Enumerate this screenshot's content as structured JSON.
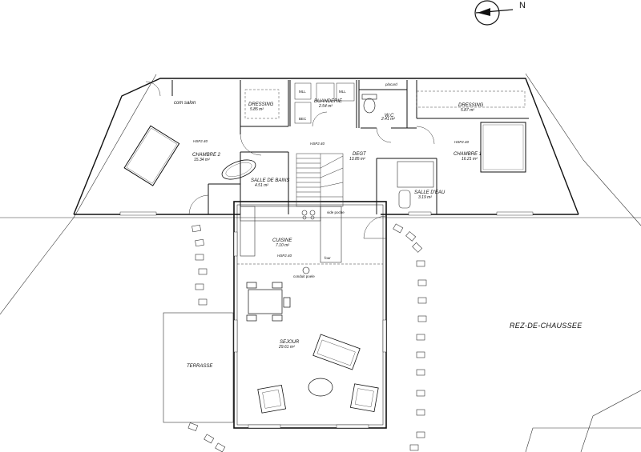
{
  "title": "REZ-DE-CHAUSSEE",
  "compass": {
    "label": "N"
  },
  "rooms": [
    {
      "name": "com salon",
      "area": ""
    },
    {
      "name": "DRESSING",
      "area": "5.85 m²"
    },
    {
      "name": "BUANDERIE",
      "area": "2.54 m²"
    },
    {
      "name": "placard",
      "area": ""
    },
    {
      "name": "DRESSING",
      "area": "5.87 m²"
    },
    {
      "name": "HSP2.40",
      "area": ""
    },
    {
      "name": "CHAMBRE 2",
      "area": "15.34 m²"
    },
    {
      "name": "HSP2.40",
      "area": ""
    },
    {
      "name": "DEGT",
      "area": "13.85 m²"
    },
    {
      "name": "W.C",
      "area": "2.41 m²"
    },
    {
      "name": "HSP2.40",
      "area": ""
    },
    {
      "name": "CHAMBRE 1",
      "area": "16.21 m²"
    },
    {
      "name": "SALLE DE BAINS",
      "area": "4.51 m²"
    },
    {
      "name": "SALLE D'EAU",
      "area": "3.19 m²"
    },
    {
      "name": "CUISINE",
      "area": "7.10 m²"
    },
    {
      "name": "HSP2.40",
      "area": ""
    },
    {
      "name": "SEJOUR",
      "area": "29.61 m²"
    },
    {
      "name": "TERRASSE",
      "area": ""
    }
  ],
  "labels": {
    "mll1": "MLL",
    "mll2": "MLL",
    "bec": "BEC",
    "vide_poche": "vide poche",
    "four": "four",
    "conduit": "conduit poele"
  }
}
